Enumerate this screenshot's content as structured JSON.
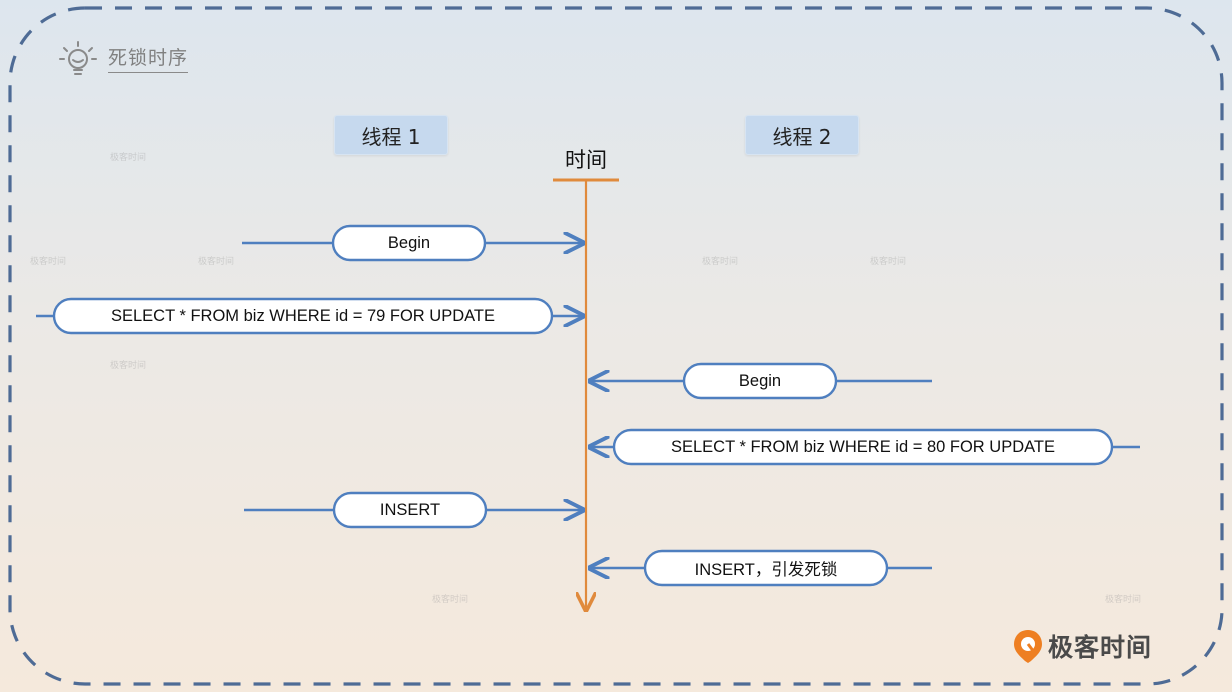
{
  "header": {
    "title": "死锁时序",
    "icon": "lightbulb-icon"
  },
  "lanes": {
    "left": "线程 1",
    "right": "线程 2"
  },
  "timeline": {
    "label": "时间"
  },
  "steps": [
    {
      "thread": 1,
      "text": "Begin"
    },
    {
      "thread": 1,
      "text": "SELECT * FROM biz WHERE id = 79 FOR UPDATE"
    },
    {
      "thread": 2,
      "text": "Begin"
    },
    {
      "thread": 2,
      "text": "SELECT * FROM biz WHERE id = 80 FOR UPDATE"
    },
    {
      "thread": 1,
      "text": "INSERT"
    },
    {
      "thread": 2,
      "text": "INSERT，引发死锁"
    }
  ],
  "logo": {
    "text": "极客时间",
    "icon": "geektime-logo-icon"
  },
  "watermark": "极客时间",
  "colors": {
    "arrow": "#4f7fbf",
    "timeline": "#e08a3c",
    "frame_dash": "#4e6b95",
    "lane_fill": "#c6d9ee",
    "logo_accent": "#ee7f22"
  }
}
